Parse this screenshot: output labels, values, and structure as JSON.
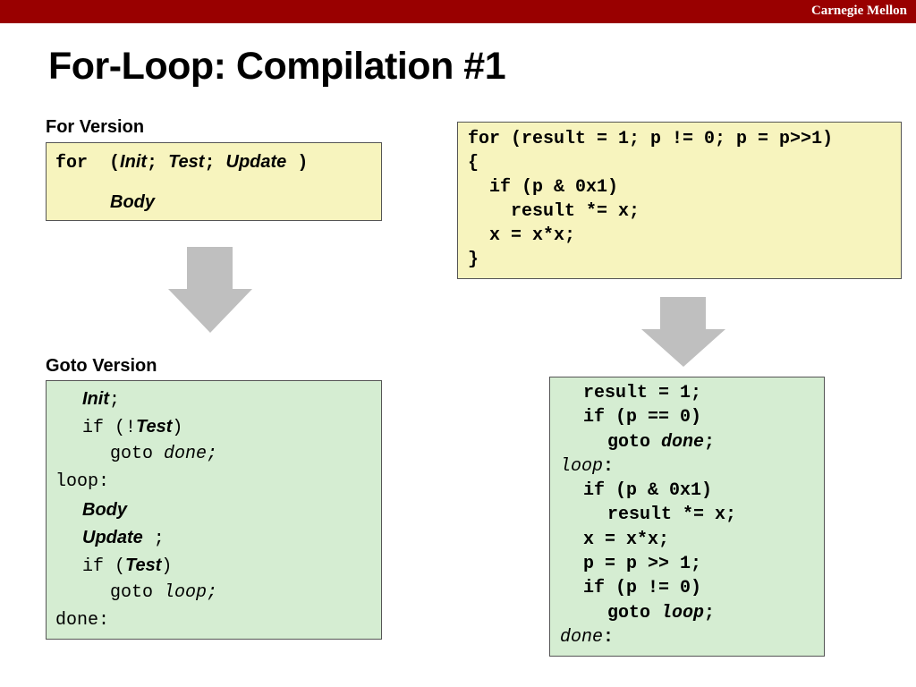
{
  "header": {
    "brand": "Carnegie Mellon",
    "title": "For-Loop: Compilation #1"
  },
  "for_version": {
    "label": "For Version",
    "kw_for": "for",
    "paren_open": "(",
    "init": "Init",
    "semi1": ";",
    "test": "Test",
    "semi2": ";",
    "update": "Update",
    "paren_close": ")",
    "body": "Body"
  },
  "goto_version": {
    "label": "Goto Version",
    "l1_init": "Init",
    "l1_semi": ";",
    "l2_pre": "if (!",
    "l2_test": "Test",
    "l2_post": ")",
    "l3_pre": "goto ",
    "l3_done": "done",
    "l3_semi": ";",
    "l4": "loop:",
    "l5_body": "Body",
    "l6_update": "Update",
    "l6_semi": " ;",
    "l7_pre": "if (",
    "l7_test": "Test",
    "l7_post": ")",
    "l8_pre": "goto ",
    "l8_loop": "loop",
    "l8_semi": ";",
    "l9": "done:"
  },
  "for_example": {
    "lines": [
      "for (result = 1; p != 0; p = p>>1)",
      "{",
      "  if (p & 0x1)",
      "    result *= x;",
      "  x = x*x;",
      "}"
    ]
  },
  "goto_example": {
    "l1": "result = 1;",
    "l2": "if (p == 0)",
    "l3_pre": "goto ",
    "l3_done": "done",
    "l3_semi": ";",
    "l4_loop": "loop",
    "l4_colon": ":",
    "l5": "if (p & 0x1)",
    "l6": "result *= x;",
    "l7": "x = x*x;",
    "l8": "p = p >> 1;",
    "l9": "if (p != 0)",
    "l10_pre": "goto ",
    "l10_loop": "loop",
    "l10_semi": ";",
    "l11_done": "done",
    "l11_colon": ":"
  },
  "colors": {
    "brand_bar": "#990000",
    "yellow_box": "#f7f4be",
    "green_box": "#d5edd2",
    "arrow": "#bfbfbf"
  }
}
